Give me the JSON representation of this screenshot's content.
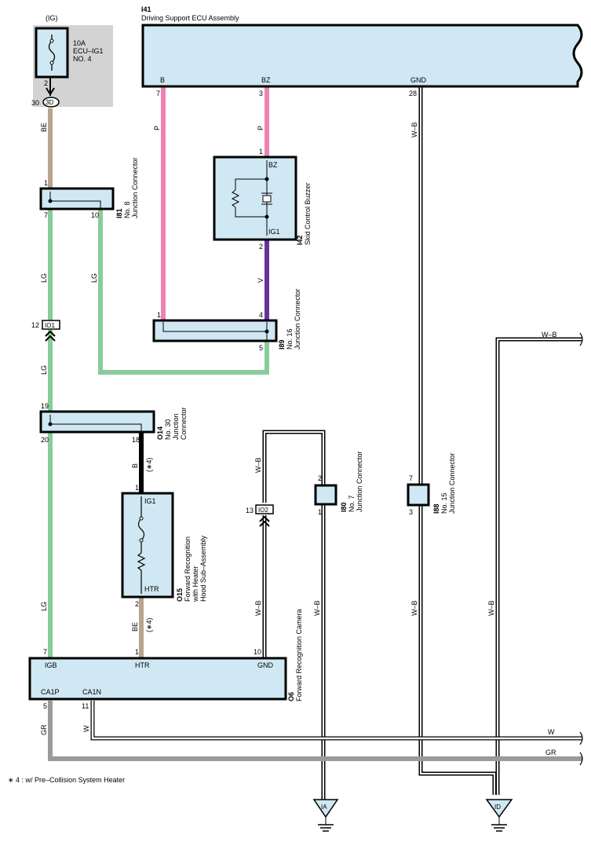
{
  "colors": {
    "component_fill": "#cfe8f3",
    "fuse_area": "#d3d3d3",
    "wire_BE": "#b8a48e",
    "wire_LG": "#88cc99",
    "wire_P": "#ee82b4",
    "wire_V": "#6a2f9a",
    "wire_B": "#000000",
    "wire_GR": "#9a9a9a",
    "wire_W_B": "#000000",
    "wire_W": "#000000"
  },
  "fuse": {
    "supply": "(IG)",
    "rating": "10A",
    "name": "ECU–IG1",
    "number": "NO. 4",
    "pin": "2",
    "connector_pin": "30",
    "connector": "3D"
  },
  "ecu": {
    "id": "I41",
    "name": "Driving Support ECU Assembly",
    "terminals": [
      {
        "label": "B",
        "pin": "7"
      },
      {
        "label": "BZ",
        "pin": "3"
      },
      {
        "label": "GND",
        "pin": "28"
      }
    ]
  },
  "i81": {
    "id": "I81",
    "line1": "No. 8",
    "line2": "Junction Connector",
    "pin_top": "1",
    "pin_left": "7",
    "pin_right": "10"
  },
  "i42": {
    "id": "I42",
    "name": "Skid Control Buzzer",
    "pin_top": "1",
    "term_top": "BZ",
    "term_bottom": "IG1",
    "pin_bottom": "2"
  },
  "i89": {
    "id": "I89",
    "line1": "No. 16",
    "line2": "Junction Connector",
    "pin_left": "1",
    "pin_right": "4",
    "pin_bottom": "5"
  },
  "io1": {
    "pin": "12",
    "label": "IO1"
  },
  "o14": {
    "id": "O14",
    "line1": "No. 30",
    "line2": "Junction",
    "line3": "Connector",
    "pin_top": "19",
    "pin_left": "20",
    "pin_right": "18"
  },
  "o15": {
    "id": "O15",
    "line1": "Forward Recognition",
    "line2": "with Heater",
    "line3": "Hood Sub–Assembly",
    "pin_top": "1",
    "term_top": "IG1",
    "term_bottom": "HTR",
    "pin_bottom": "2"
  },
  "io2": {
    "pin": "13",
    "label": "IO2"
  },
  "i80": {
    "id": "I80",
    "line1": "No. 7",
    "line2": "Junction Connector",
    "pin_top": "2",
    "pin_bottom": "1"
  },
  "i88": {
    "id": "I88",
    "line1": "No. 15",
    "line2": "Junction Connector",
    "pin_top": "7",
    "pin_bottom": "3"
  },
  "o6": {
    "id": "O6",
    "name": "Forward Recognition Camera",
    "terminals": [
      {
        "label": "IGB",
        "pin": "7"
      },
      {
        "label": "HTR",
        "pin": "1"
      },
      {
        "label": "GND",
        "pin": "10"
      },
      {
        "label": "CA1P",
        "pin": "5"
      },
      {
        "label": "CA1N",
        "pin": "11"
      }
    ]
  },
  "wires": {
    "be": "BE",
    "lg": "LG",
    "p": "P",
    "v": "V",
    "b": "B",
    "wb": "W–B",
    "w": "W",
    "gr": "GR",
    "note_mark": "(∗4)"
  },
  "grounds": {
    "ia": "IA",
    "id": "ID"
  },
  "footnote": "∗ 4 : w/ Pre–Collision System Heater"
}
